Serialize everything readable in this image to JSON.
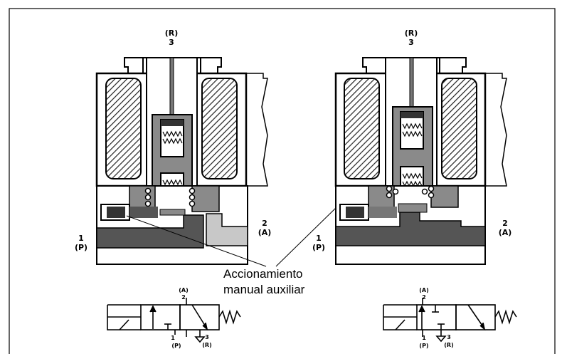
{
  "valve_left": {
    "port_exhaust": [
      "(R)",
      "3"
    ],
    "port_pressure": [
      "1",
      "(P)"
    ],
    "port_output": [
      "2",
      "(A)"
    ]
  },
  "valve_right": {
    "port_exhaust": [
      "(R)",
      "3"
    ],
    "port_pressure": [
      "1",
      "(P)"
    ],
    "port_output": [
      "2",
      "(A)"
    ]
  },
  "callout": [
    "Accionamiento",
    "manual auxiliar"
  ],
  "symbol_left": {
    "a": "(A)",
    "two": "2",
    "one": "1",
    "p": "(P)",
    "three": "3",
    "r": "(R)"
  },
  "symbol_right": {
    "a": "(A)",
    "two": "2",
    "one": "1",
    "p": "(P)",
    "three": "3",
    "r": "(R)"
  },
  "colors": {
    "dark_gray": "#555555",
    "mid_gray": "#8a8a8a",
    "light_gray": "#c8c8c8",
    "line": "#000000"
  }
}
